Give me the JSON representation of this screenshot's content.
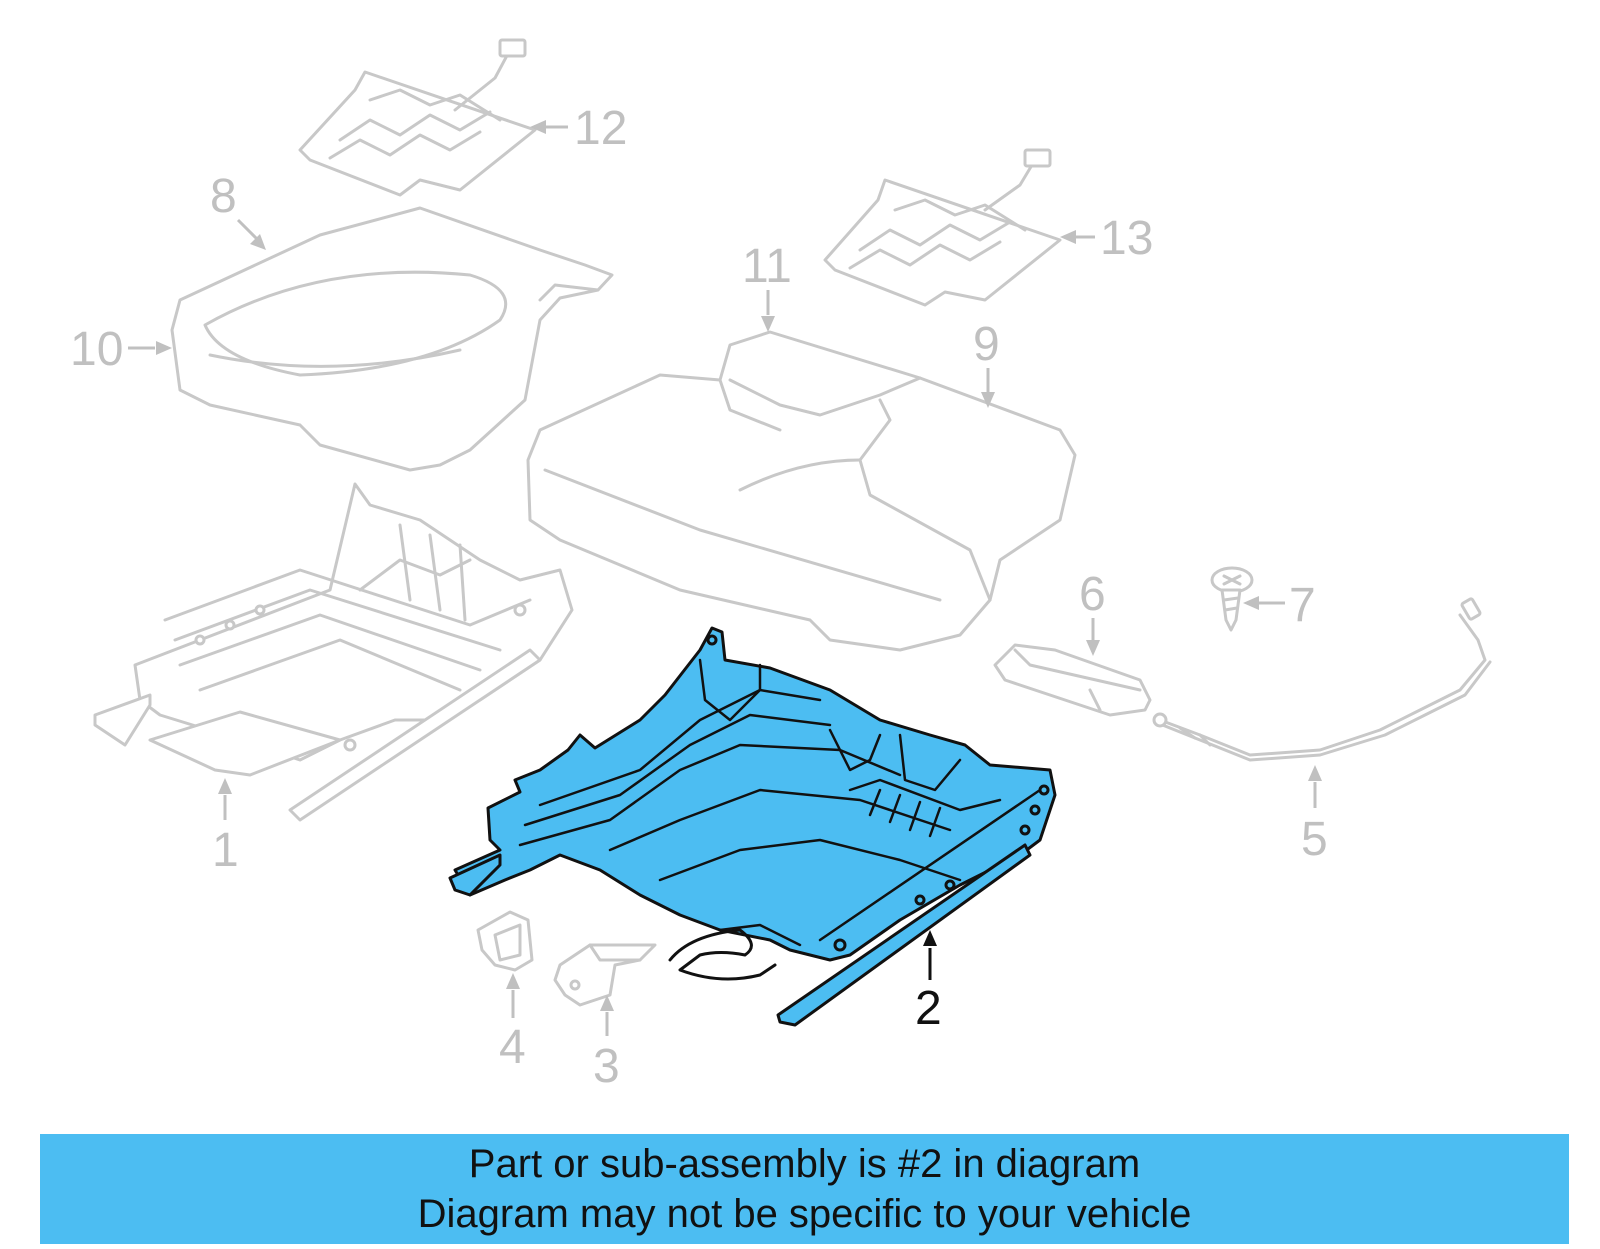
{
  "diagram": {
    "highlight_color": "#4cbdf2",
    "ghost_color": "#c0c0c0",
    "highlighted_part": "2",
    "callouts": {
      "c1": "1",
      "c2": "2",
      "c3": "3",
      "c4": "4",
      "c5": "5",
      "c6": "6",
      "c7": "7",
      "c8": "8",
      "c9": "9",
      "c10": "10",
      "c11": "11",
      "c12": "12",
      "c13": "13"
    }
  },
  "banner": {
    "line1": "Part or sub-assembly is #2 in diagram",
    "line2": "Diagram may not be specific to your vehicle",
    "background": "#4cbdf2"
  }
}
